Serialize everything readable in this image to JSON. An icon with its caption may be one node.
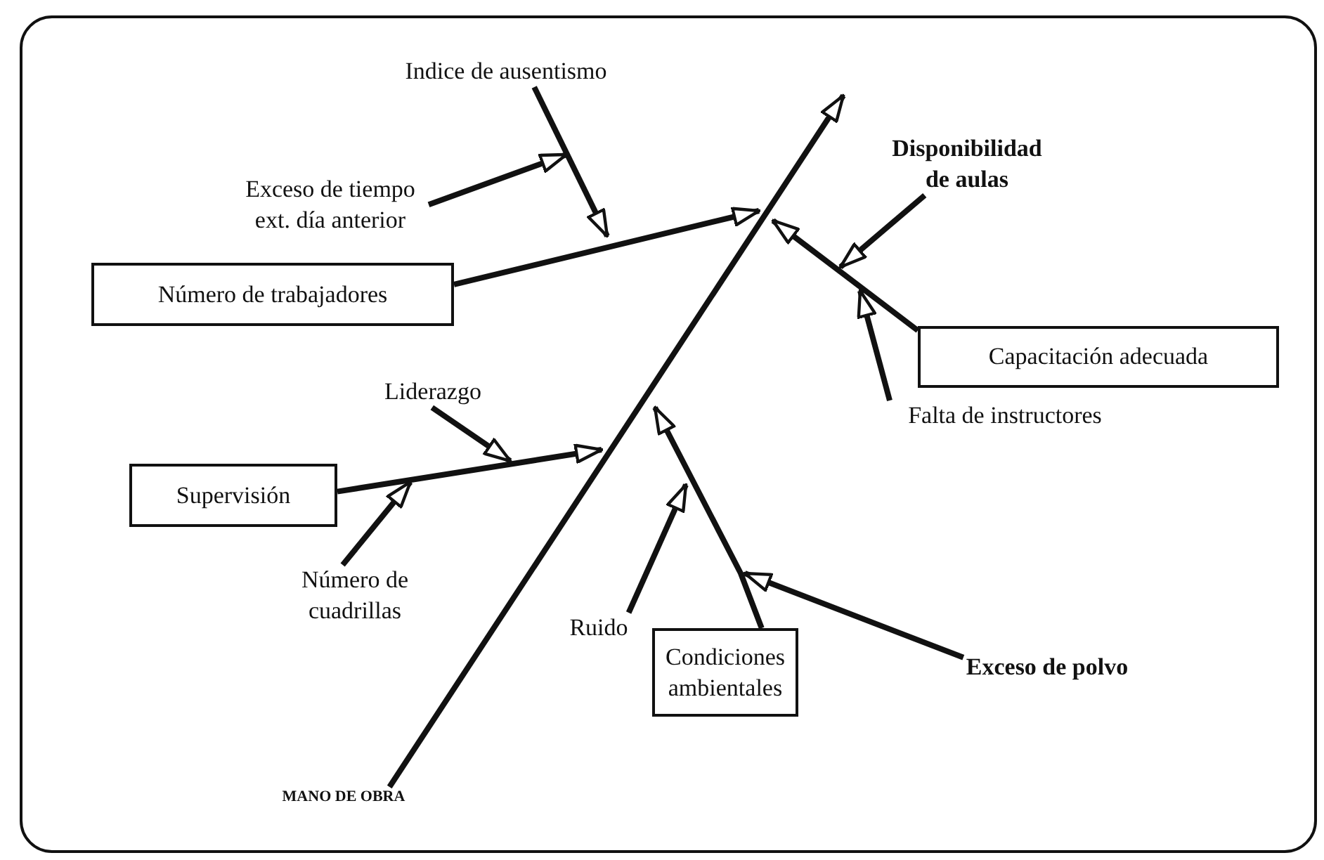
{
  "diagram": {
    "nodes": [
      {
        "text": [
          "Indice de ausentismo"
        ]
      },
      {
        "text": [
          "Exceso de tiempo ext. día anterior"
        ]
      },
      {
        "text": [
          "Número de trabajadores"
        ]
      },
      {
        "text": [
          "Disponibilidad de aulas"
        ]
      },
      {
        "text": [
          "Capacitación adecuada"
        ]
      },
      {
        "text": [
          "Falta de instructores"
        ]
      },
      {
        "text": [
          "Liderazgo"
        ]
      },
      {
        "text": [
          "Supervisión"
        ]
      },
      {
        "text": [
          "Número de cuadrillas"
        ]
      },
      {
        "text": [
          "Ruido"
        ]
      },
      {
        "text": [
          "Condiciones ambientales"
        ]
      },
      {
        "text": [
          "Exceso de polvo"
        ]
      },
      {
        "text": [
          "MANO DE OBRA"
        ]
      }
    ],
    "edges": [
      {
        "from": 12,
        "to": null,
        "arrow": "to"
      },
      {
        "from": 2,
        "to": null,
        "arrow": "to"
      },
      {
        "from": 0,
        "to": null,
        "arrow": "to"
      },
      {
        "from": 1,
        "to": null,
        "arrow": "to"
      },
      {
        "from": 4,
        "to": null,
        "arrow": "to"
      },
      {
        "from": 3,
        "to": null,
        "arrow": "to"
      },
      {
        "from": 5,
        "to": null,
        "arrow": "to"
      },
      {
        "from": 7,
        "to": null,
        "arrow": "to"
      },
      {
        "from": 6,
        "to": null,
        "arrow": "to"
      },
      {
        "from": 8,
        "to": null,
        "arrow": "to"
      },
      {
        "from": 10,
        "to": null,
        "arrow": "to"
      },
      {
        "from": 9,
        "to": null,
        "arrow": "to"
      },
      {
        "from": 11,
        "to": null,
        "arrow": "to"
      }
    ]
  }
}
